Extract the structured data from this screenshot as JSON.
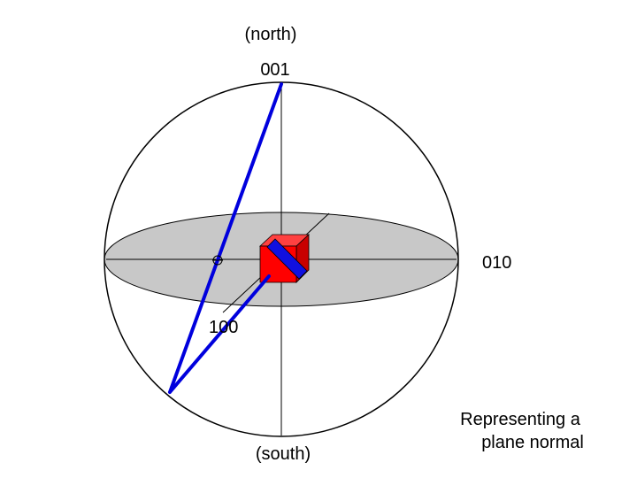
{
  "labels": {
    "north": "(north)",
    "pole_001": "001",
    "axis_010": "010",
    "axis_100": "100",
    "south": "(south)",
    "caption_line1": "Representing a",
    "caption_line2": "plane normal"
  },
  "colors": {
    "background": "#ffffff",
    "outline": "#000000",
    "equatorial_plane": "#c8c8c8",
    "cube_front": "#ff0000",
    "cube_top": "#ff4040",
    "cube_side": "#c80000",
    "normal_line": "#0000dd",
    "plane_slab": "#1010e0"
  },
  "icons": {
    "pole_marker": "open-circle"
  }
}
